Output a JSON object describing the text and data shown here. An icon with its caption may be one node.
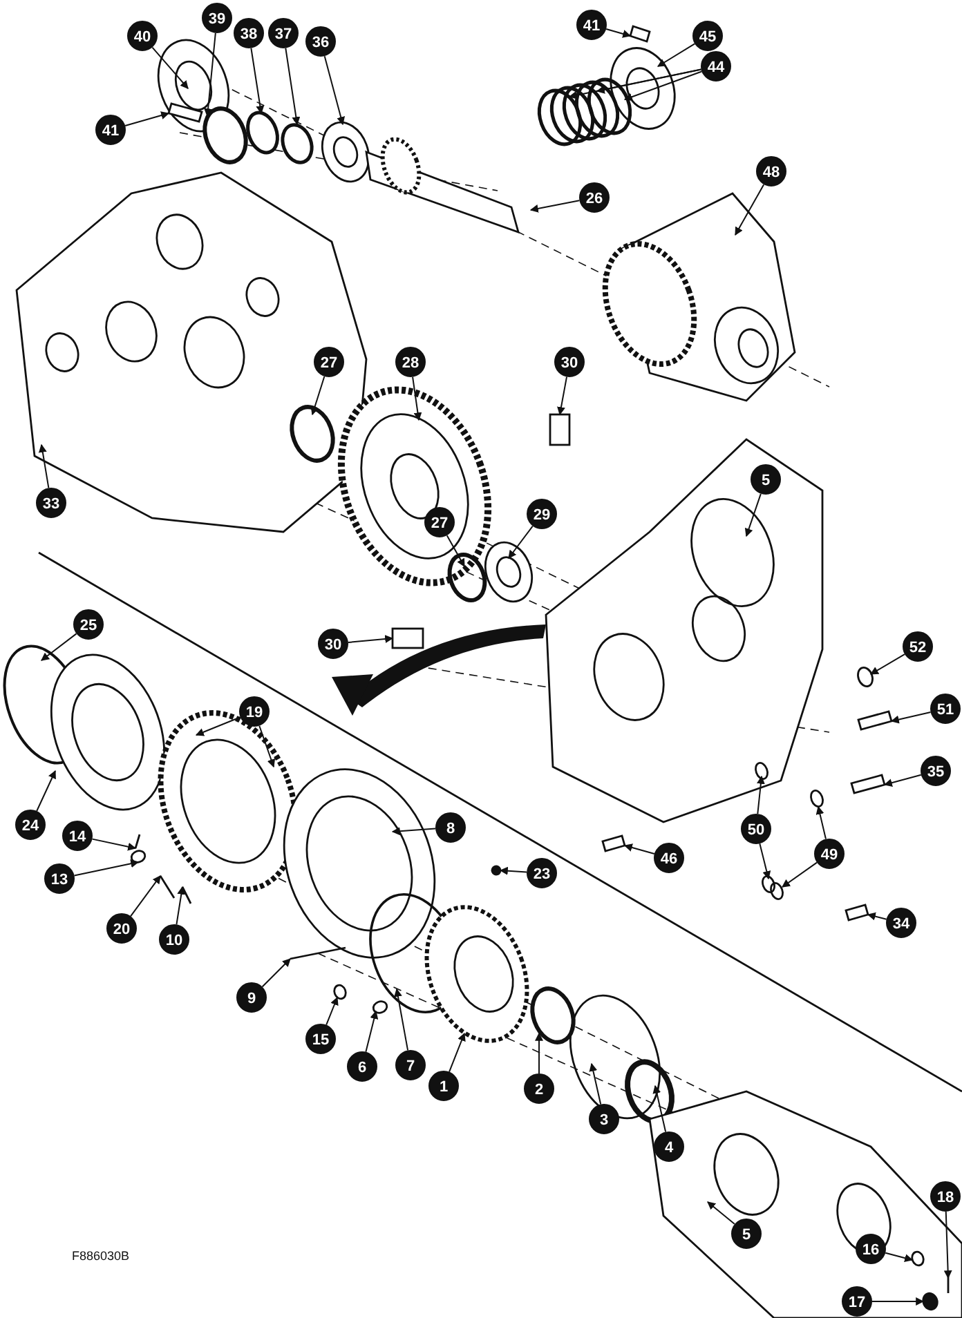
{
  "diagram": {
    "nodes": [
      {
        "text": [
          "40"
        ]
      },
      {
        "text": [
          "39"
        ]
      },
      {
        "text": [
          "41"
        ]
      },
      {
        "text": [
          "45"
        ]
      },
      {
        "text": [
          "38"
        ]
      },
      {
        "text": [
          "44"
        ]
      },
      {
        "text": [
          "37"
        ]
      },
      {
        "text": [
          "36"
        ]
      },
      {
        "text": [
          "41"
        ]
      },
      {
        "text": [
          "48"
        ]
      },
      {
        "text": [
          "26"
        ]
      },
      {
        "text": [
          "27"
        ]
      },
      {
        "text": [
          "28"
        ]
      },
      {
        "text": [
          "30"
        ]
      },
      {
        "text": [
          "5"
        ]
      },
      {
        "text": [
          "33"
        ]
      },
      {
        "text": [
          "29"
        ]
      },
      {
        "text": [
          "27"
        ]
      },
      {
        "text": [
          "25"
        ]
      },
      {
        "text": [
          "30"
        ]
      },
      {
        "text": [
          "52"
        ]
      },
      {
        "text": [
          "19"
        ]
      },
      {
        "text": [
          "51"
        ]
      },
      {
        "text": [
          "35"
        ]
      },
      {
        "text": [
          "24"
        ]
      },
      {
        "text": [
          "8"
        ]
      },
      {
        "text": [
          "50"
        ]
      },
      {
        "text": [
          "14"
        ]
      },
      {
        "text": [
          "23"
        ]
      },
      {
        "text": [
          "46"
        ]
      },
      {
        "text": [
          "49"
        ]
      },
      {
        "text": [
          "13"
        ]
      },
      {
        "text": [
          "34"
        ]
      },
      {
        "text": [
          "20"
        ]
      },
      {
        "text": [
          "10"
        ]
      },
      {
        "text": [
          "9"
        ]
      },
      {
        "text": [
          "15"
        ]
      },
      {
        "text": [
          "6"
        ]
      },
      {
        "text": [
          "7"
        ]
      },
      {
        "text": [
          "2"
        ]
      },
      {
        "text": [
          "1"
        ]
      },
      {
        "text": [
          "3"
        ]
      },
      {
        "text": [
          "4"
        ]
      },
      {
        "text": [
          "5"
        ]
      },
      {
        "text": [
          "18"
        ]
      },
      {
        "text": [
          "16"
        ]
      },
      {
        "text": [
          "17"
        ]
      }
    ],
    "edges": [
      {
        "from": 0,
        "to": null,
        "arrow": "to"
      },
      {
        "from": 1,
        "to": null,
        "arrow": "to"
      },
      {
        "from": 2,
        "to": null,
        "arrow": "to"
      },
      {
        "from": 3,
        "to": null,
        "arrow": "to"
      },
      {
        "from": 4,
        "to": null,
        "arrow": "to"
      },
      {
        "from": 5,
        "to": null,
        "arrow": "to"
      },
      {
        "from": 5,
        "to": null,
        "arrow": "to"
      },
      {
        "from": 5,
        "to": null,
        "arrow": "to"
      },
      {
        "from": 6,
        "to": null,
        "arrow": "to"
      },
      {
        "from": 7,
        "to": null,
        "arrow": "to"
      },
      {
        "from": 8,
        "to": null,
        "arrow": "to"
      },
      {
        "from": 9,
        "to": null,
        "arrow": "to"
      },
      {
        "from": 10,
        "to": null,
        "arrow": "to"
      },
      {
        "from": 11,
        "to": null,
        "arrow": "to"
      },
      {
        "from": 12,
        "to": null,
        "arrow": "to"
      },
      {
        "from": 13,
        "to": null,
        "arrow": "to"
      },
      {
        "from": 14,
        "to": null,
        "arrow": "to"
      },
      {
        "from": 15,
        "to": null,
        "arrow": "to"
      },
      {
        "from": 16,
        "to": null,
        "arrow": "to"
      },
      {
        "from": 17,
        "to": null,
        "arrow": "to"
      },
      {
        "from": 18,
        "to": null,
        "arrow": "to"
      },
      {
        "from": 19,
        "to": null,
        "arrow": "to"
      },
      {
        "from": 20,
        "to": null,
        "arrow": "to"
      },
      {
        "from": 21,
        "to": null,
        "arrow": "to"
      },
      {
        "from": 21,
        "to": null,
        "arrow": "to"
      },
      {
        "from": 22,
        "to": null,
        "arrow": "to"
      },
      {
        "from": 23,
        "to": null,
        "arrow": "to"
      },
      {
        "from": 24,
        "to": null,
        "arrow": "to"
      },
      {
        "from": 25,
        "to": null,
        "arrow": "to"
      },
      {
        "from": 26,
        "to": null,
        "arrow": "to"
      },
      {
        "from": 26,
        "to": null,
        "arrow": "to"
      },
      {
        "from": 27,
        "to": null,
        "arrow": "to"
      },
      {
        "from": 28,
        "to": null,
        "arrow": "to"
      },
      {
        "from": 29,
        "to": null,
        "arrow": "to"
      },
      {
        "from": 30,
        "to": null,
        "arrow": "to"
      },
      {
        "from": 30,
        "to": null,
        "arrow": "to"
      },
      {
        "from": 31,
        "to": null,
        "arrow": "to"
      },
      {
        "from": 32,
        "to": null,
        "arrow": "to"
      },
      {
        "from": 33,
        "to": null,
        "arrow": "to"
      },
      {
        "from": 34,
        "to": null,
        "arrow": "to"
      },
      {
        "from": 35,
        "to": null,
        "arrow": "to"
      },
      {
        "from": 36,
        "to": null,
        "arrow": "to"
      },
      {
        "from": 37,
        "to": null,
        "arrow": "to"
      },
      {
        "from": 38,
        "to": null,
        "arrow": "to"
      },
      {
        "from": 39,
        "to": null,
        "arrow": "to"
      },
      {
        "from": 40,
        "to": null,
        "arrow": "to"
      },
      {
        "from": 41,
        "to": null,
        "arrow": "to"
      },
      {
        "from": 42,
        "to": null,
        "arrow": "to"
      },
      {
        "from": 43,
        "to": null,
        "arrow": "to"
      },
      {
        "from": 44,
        "to": null,
        "arrow": "to"
      },
      {
        "from": 45,
        "to": null,
        "arrow": "to"
      },
      {
        "from": 46,
        "to": null,
        "arrow": "to"
      }
    ],
    "labels": [
      "F886030B"
    ]
  }
}
